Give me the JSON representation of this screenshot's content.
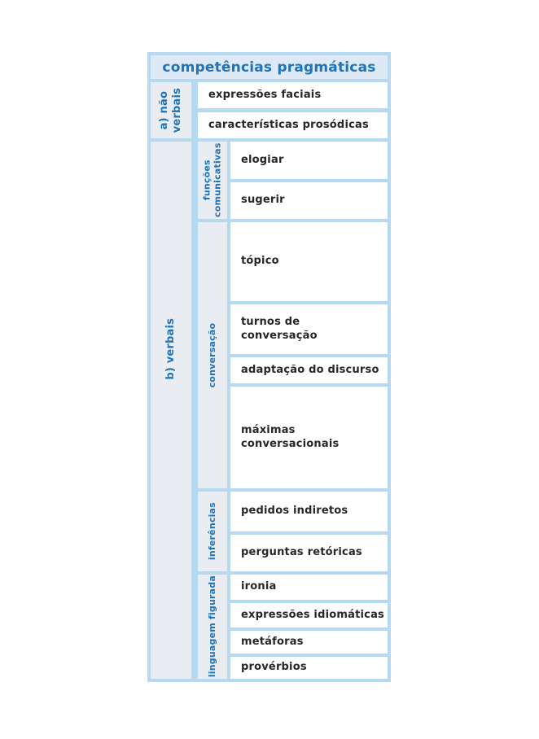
{
  "title": "competências pragmáticas",
  "colors": {
    "accent_blue": "#2173b8",
    "border_blue": "#b4d9f1",
    "header_fill": "#ddeaf6",
    "label_fill": "#e9edf2",
    "text_dark": "#2a2627"
  },
  "sections": {
    "nonverbal": {
      "label": "a) não\nverbais",
      "items": [
        "expressões faciais",
        "características prosódicas"
      ]
    },
    "verbal": {
      "label": "b) verbais",
      "groups": [
        {
          "label": "funções\ncomunicativas",
          "items": [
            "elogiar",
            "sugerir"
          ]
        },
        {
          "label": "conversação",
          "items": [
            "tópico",
            "turnos de\nconversação",
            "adaptação do discurso",
            "máximas\nconversacionais"
          ]
        },
        {
          "label": "inferências",
          "items": [
            "pedidos indiretos",
            "perguntas retóricas"
          ]
        },
        {
          "label": "linguagem figurada",
          "items": [
            "ironia",
            "expressões idiomáticas",
            "metáforas",
            "provérbios"
          ]
        }
      ]
    }
  }
}
